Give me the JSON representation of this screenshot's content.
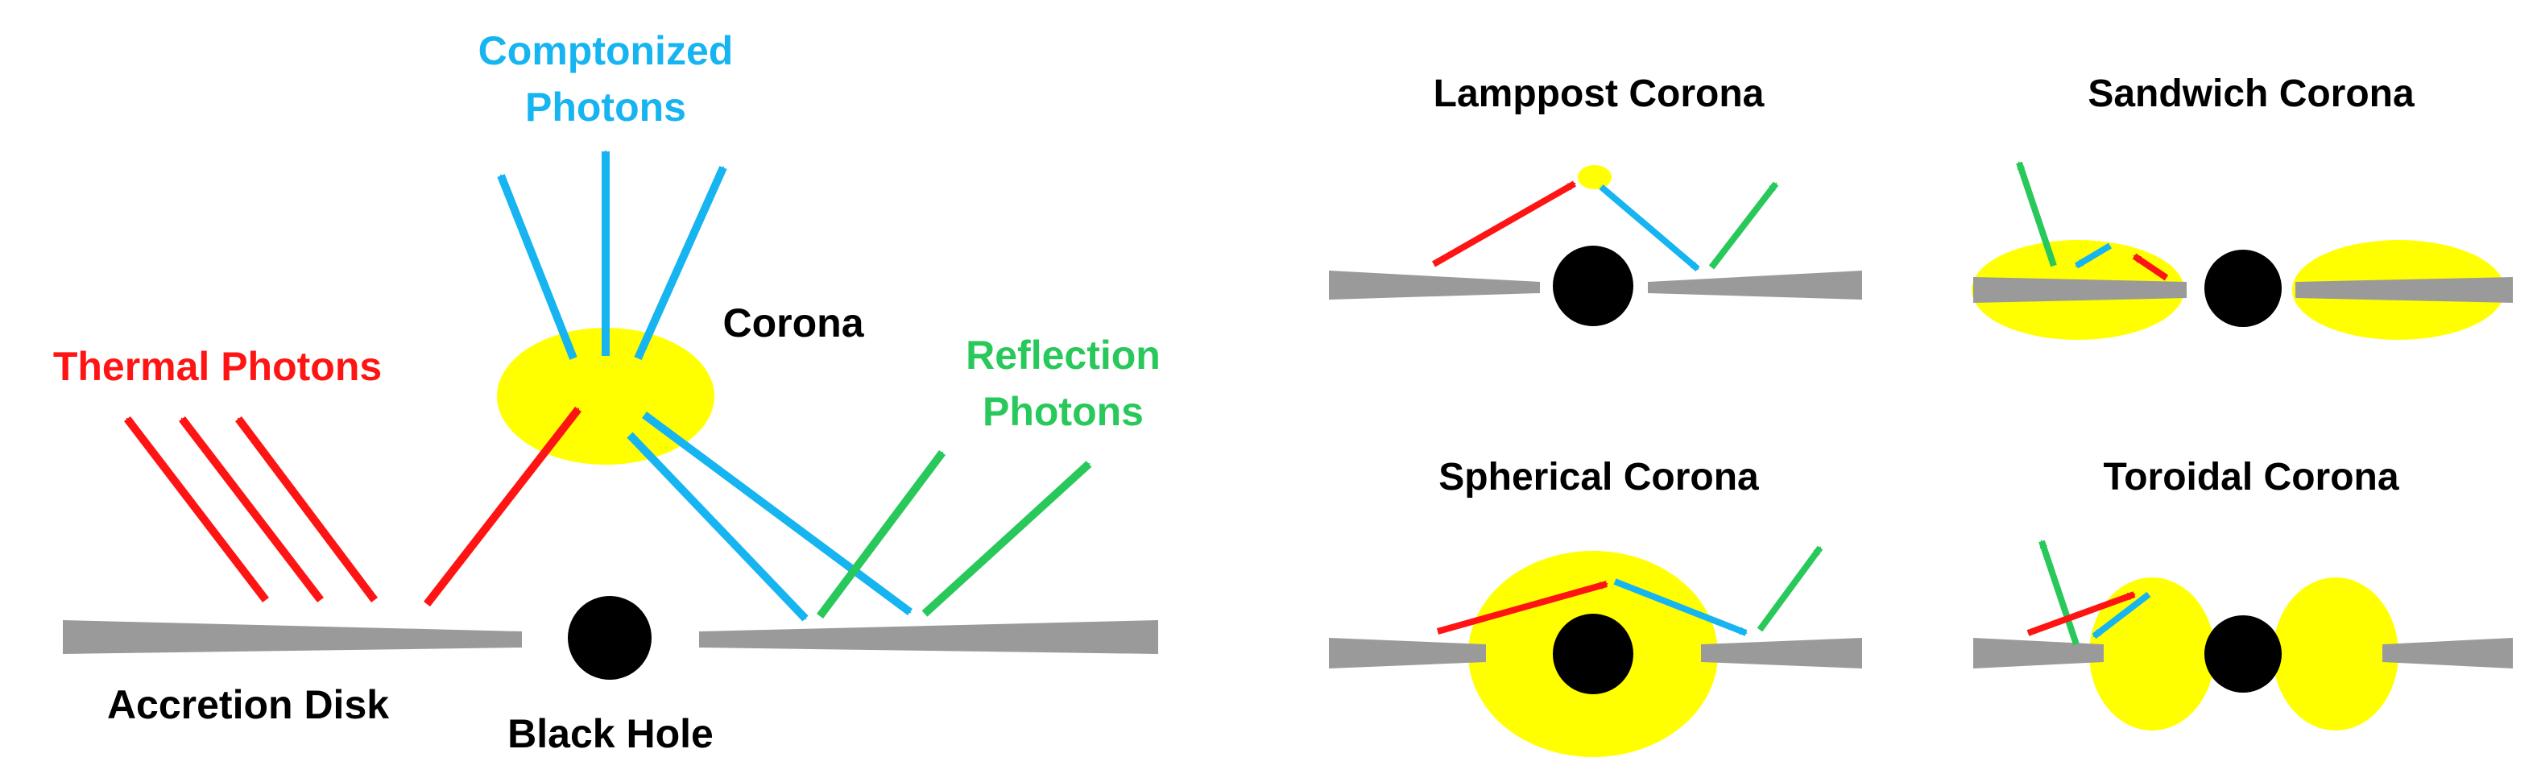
{
  "colors": {
    "thermal": "#ff1414",
    "comptonized": "#16b4f0",
    "reflection": "#28c85a",
    "corona": "#ffff00",
    "disk": "#9a9a9a",
    "black_hole": "#000000",
    "text": "#000000"
  },
  "main": {
    "label_comptonized_line1": "Comptonized",
    "label_comptonized_line2": "Photons",
    "label_corona": "Corona",
    "label_thermal": "Thermal Photons",
    "label_reflection_line1": "Reflection",
    "label_reflection_line2": "Photons",
    "label_disk": "Accretion Disk",
    "label_black_hole": "Black Hole"
  },
  "panels": {
    "lamppost": {
      "title": "Lamppost Corona"
    },
    "sandwich": {
      "title": "Sandwich Corona"
    },
    "spherical": {
      "title": "Spherical Corona"
    },
    "toroidal": {
      "title": "Toroidal Corona"
    }
  }
}
